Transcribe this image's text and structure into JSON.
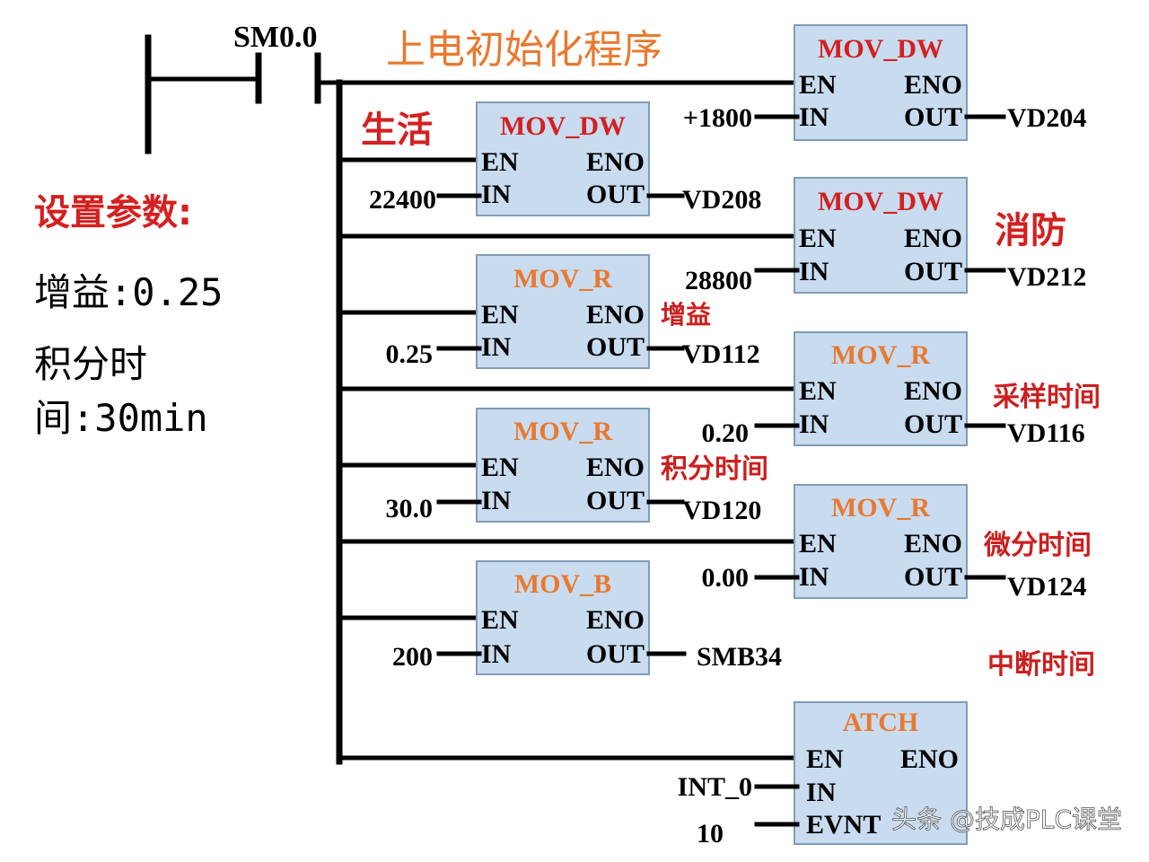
{
  "colors": {
    "block_fill": "#c8dbef",
    "block_border": "#7f9db8",
    "title_red": "#d42020",
    "title_orange": "#e9792e",
    "note_red": "#cc1f1f",
    "wire": "#000000"
  },
  "contact": {
    "label": "SM0.0"
  },
  "section_title": "上电初始化程序",
  "left_panel": {
    "heading": "设置参数:",
    "gain_line": "增益:0.25",
    "integral_line1": "积分时",
    "integral_line2": "间:30min"
  },
  "pins": {
    "en": "EN",
    "eno": "ENO",
    "in": "IN",
    "out": "OUT",
    "evnt": "EVNT"
  },
  "blocks": [
    {
      "id": "mov_dw_vd204",
      "title": "MOV_DW",
      "title_color": "red",
      "input": "+1800",
      "output": "VD204",
      "note": ""
    },
    {
      "id": "mov_dw_vd208",
      "title": "MOV_DW",
      "title_color": "red",
      "input": "22400",
      "output": "VD208",
      "note": "生活"
    },
    {
      "id": "mov_dw_vd212",
      "title": "MOV_DW",
      "title_color": "red",
      "input": "28800",
      "output": "VD212",
      "note": "消防"
    },
    {
      "id": "mov_r_vd112",
      "title": "MOV_R",
      "title_color": "orange",
      "input": "0.25",
      "output": "VD112",
      "note": "增益"
    },
    {
      "id": "mov_r_vd116",
      "title": "MOV_R",
      "title_color": "orange",
      "input": "0.20",
      "output": "VD116",
      "note": "采样时间"
    },
    {
      "id": "mov_r_vd120",
      "title": "MOV_R",
      "title_color": "orange",
      "input": "30.0",
      "output": "VD120",
      "note": "积分时间"
    },
    {
      "id": "mov_r_vd124",
      "title": "MOV_R",
      "title_color": "orange",
      "input": "0.00",
      "output": "VD124",
      "note": "微分时间"
    },
    {
      "id": "mov_b_smb34",
      "title": "MOV_B",
      "title_color": "orange",
      "input": "200",
      "output": "SMB34",
      "note": "中断时间"
    },
    {
      "id": "atch",
      "title": "ATCH",
      "title_color": "orange",
      "input": "INT_0",
      "input2": "10",
      "output": "",
      "note": ""
    }
  ],
  "watermark": "头条 @技成PLC课堂"
}
